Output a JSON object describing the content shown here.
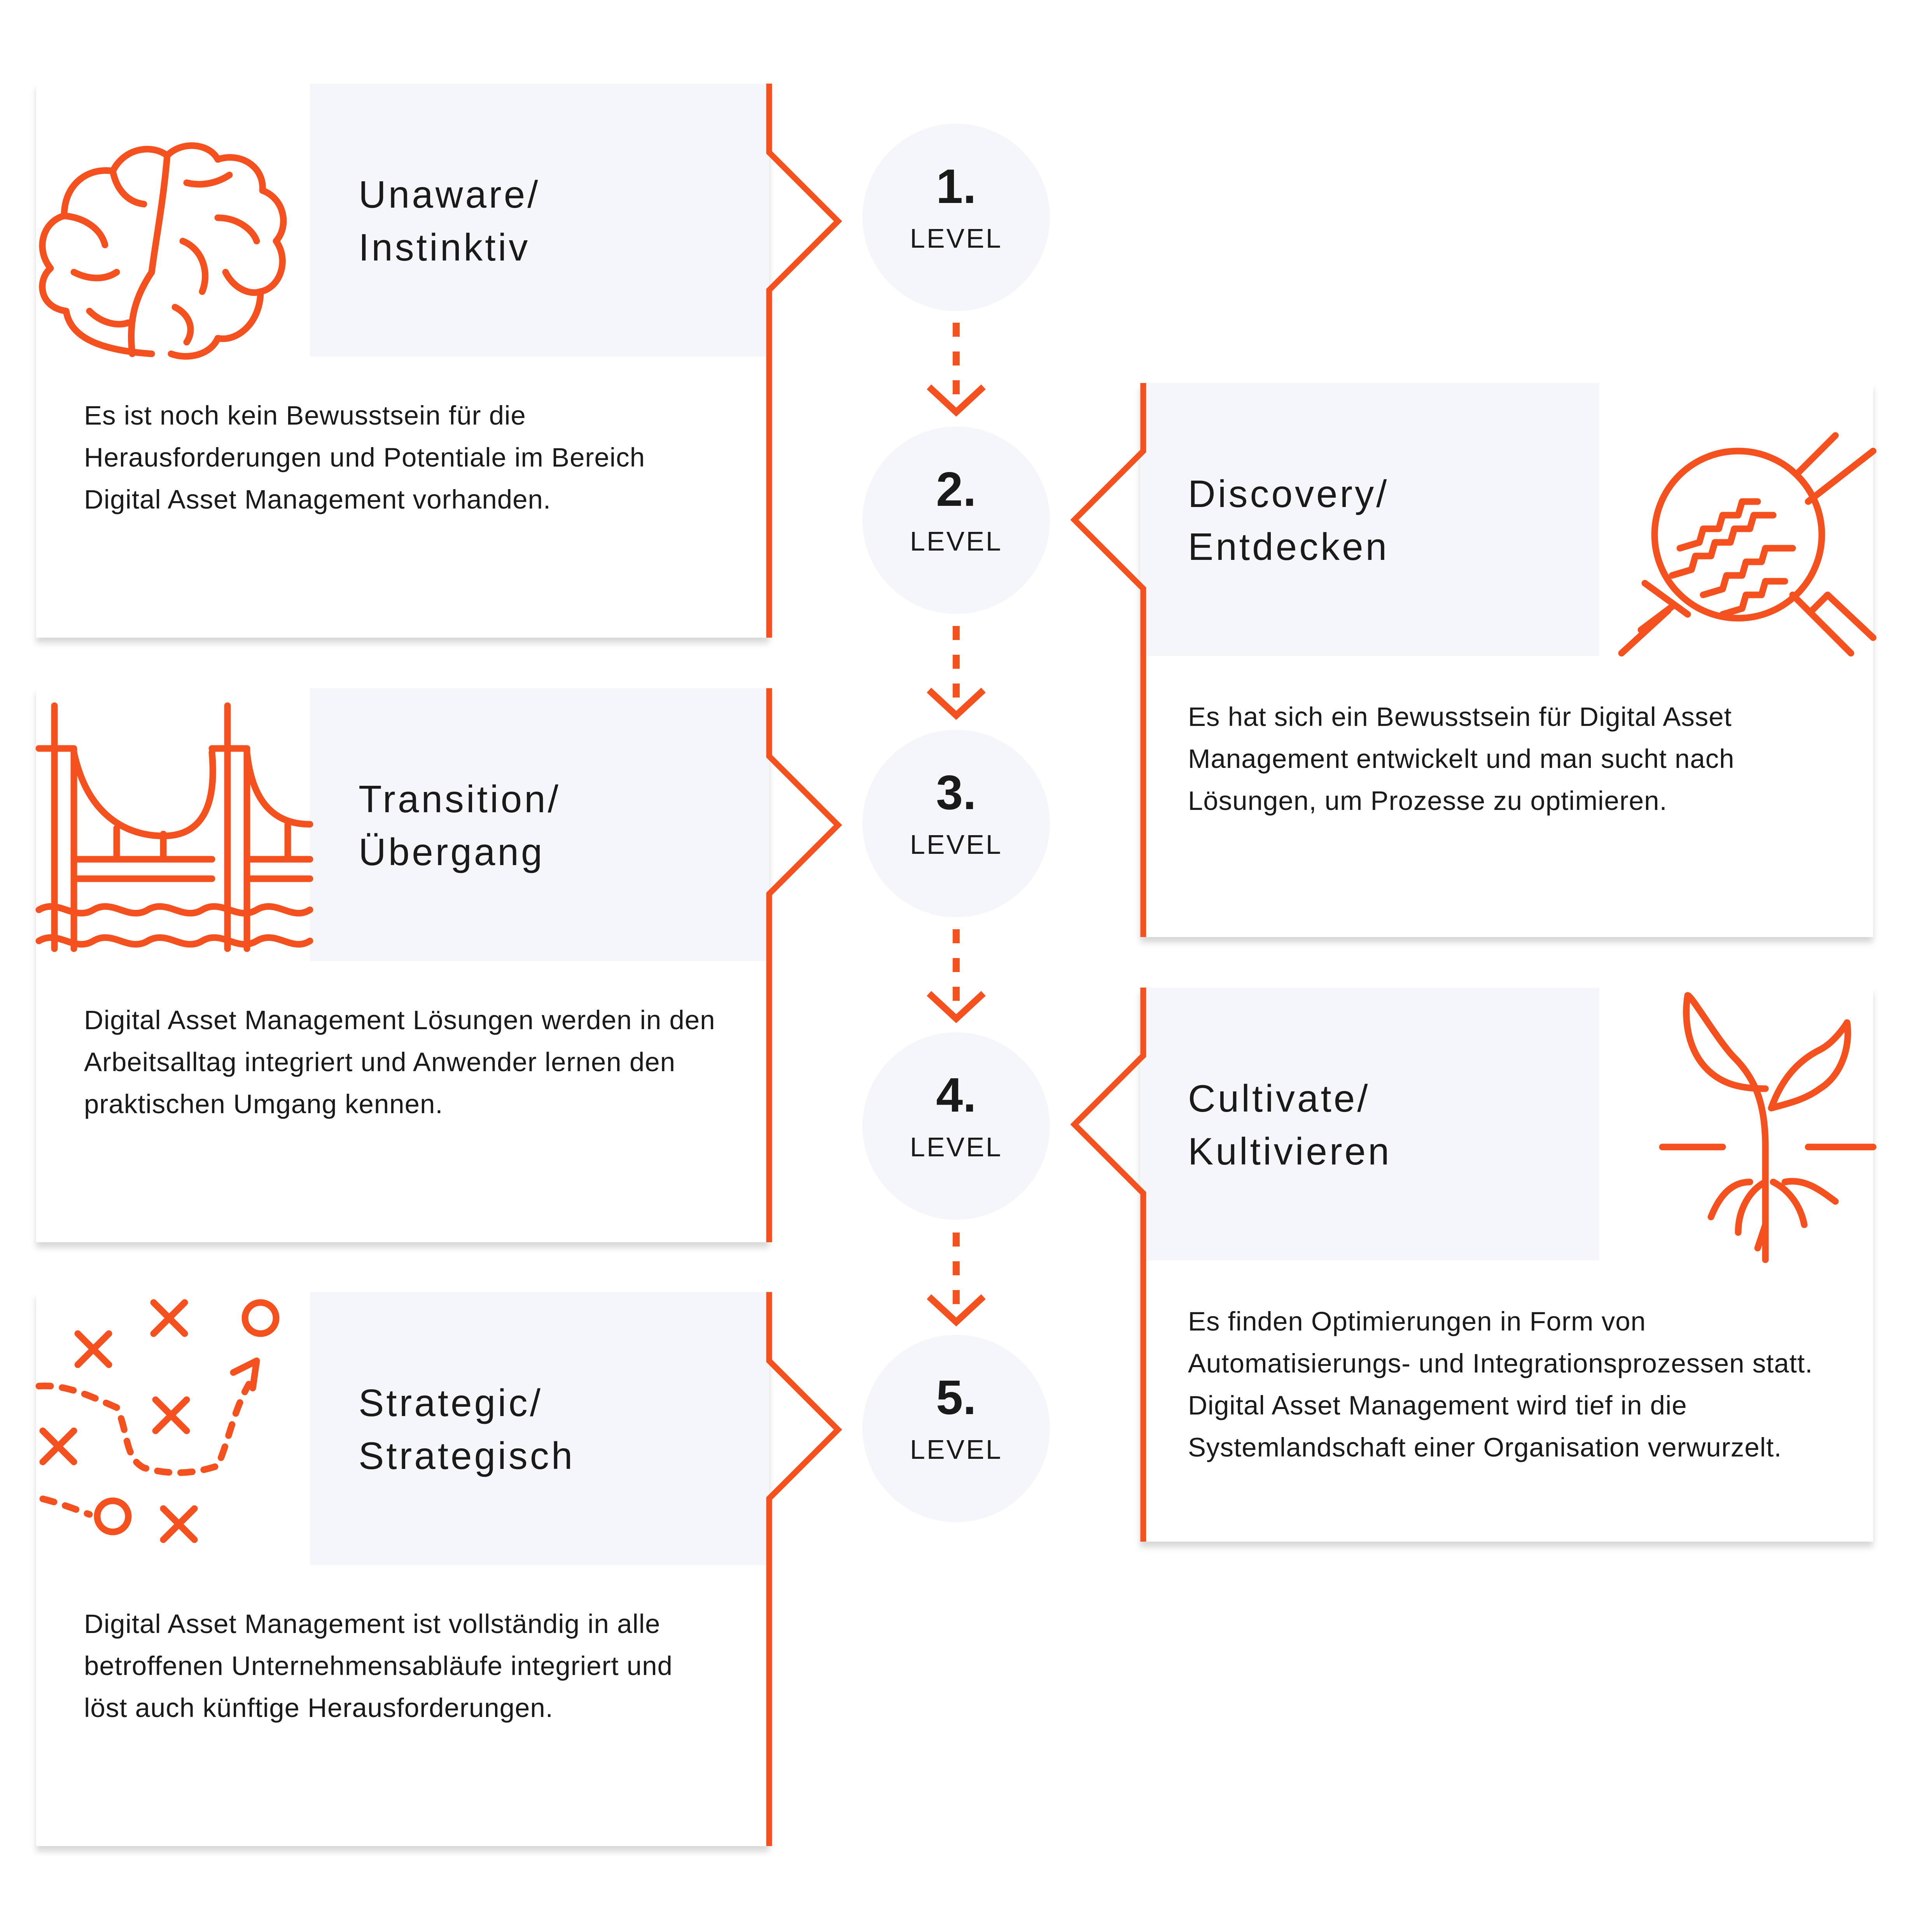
{
  "colors": {
    "accent": "#f4511e",
    "panel": "#f5f6fa",
    "text": "#1a1a1a"
  },
  "levels": [
    {
      "number": "1.",
      "label": "LEVEL",
      "title_line1": "Unaware/",
      "title_line2": "Instinktiv",
      "description": "Es ist noch kein Bewusstsein für die Herausforderungen und Potentiale im Bereich Digital Asset Management vorhanden.",
      "icon": "brain-icon"
    },
    {
      "number": "2.",
      "label": "LEVEL",
      "title_line1": "Discovery/",
      "title_line2": "Entdecken",
      "description": "Es hat sich ein Bewusstsein für Digital Asset Management entwickelt und man sucht nach Lösungen, um Prozesse zu optimieren.",
      "icon": "magnifier-icon"
    },
    {
      "number": "3.",
      "label": "LEVEL",
      "title_line1": "Transition/",
      "title_line2": "Übergang",
      "description": "Digital Asset Management Lösungen werden in den Arbeitsalltag integriert und Anwender lernen den praktischen Umgang kennen.",
      "icon": "bridge-icon"
    },
    {
      "number": "4.",
      "label": "LEVEL",
      "title_line1": "Cultivate/",
      "title_line2": "Kultivieren",
      "description": "Es finden Optimierungen in Form von Automatisierungs- und Integrationsprozessen statt. Digital Asset Management wird tief in die Systemlandschaft einer Organisation verwurzelt.",
      "icon": "sprout-icon"
    },
    {
      "number": "5.",
      "label": "LEVEL",
      "title_line1": "Strategic/",
      "title_line2": "Strategisch",
      "description": "Digital Asset Management ist vollständig in alle betroffenen Unternehmensabläufe integriert und löst auch künftige Herausforderungen.",
      "icon": "strategy-plan-icon"
    }
  ]
}
